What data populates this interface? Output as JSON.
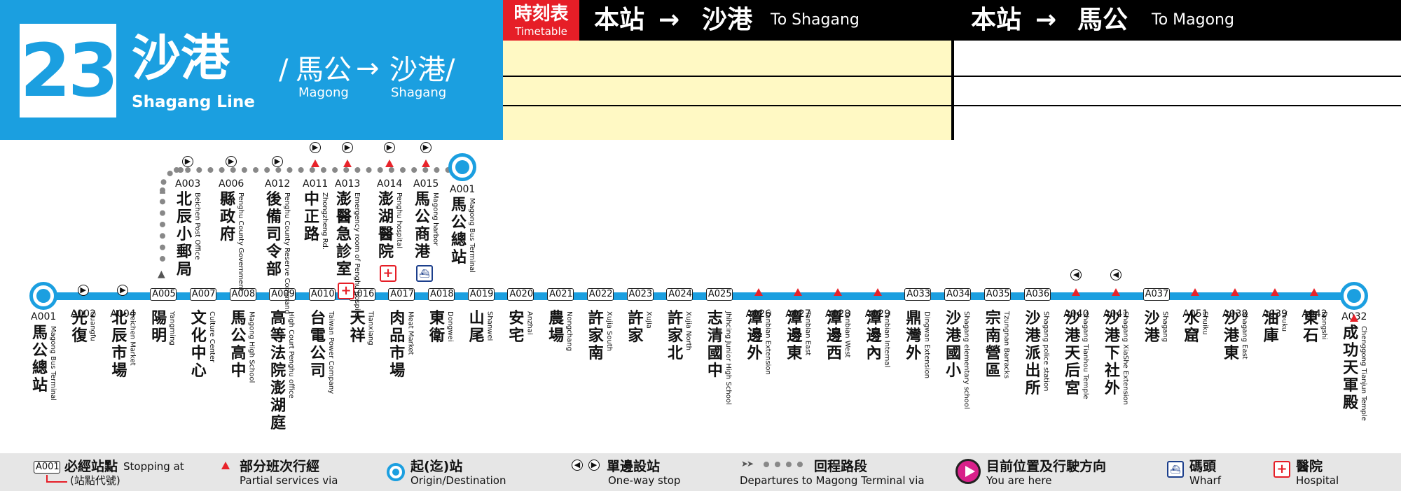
{
  "header": {
    "route_number": "23",
    "line_name_zh": "沙港",
    "line_name_en": "Shagang Line",
    "slash_left": "/",
    "slash_right": "/",
    "arrow": "→",
    "from_zh": "馬公",
    "from_en": "Magong",
    "to_zh": "沙港",
    "to_en": "Shagang",
    "colors": {
      "primary": "#1b9fe0",
      "timetable_bg": "#fff9c4",
      "timetable_label": "#e61e27"
    }
  },
  "timetable": {
    "label_zh": "時刻表",
    "label_en": "Timetable",
    "left": {
      "from": "本站",
      "arrow": "→",
      "to_zh": "沙港",
      "to_en": "To Shagang"
    },
    "right": {
      "from": "本站",
      "arrow": "→",
      "to_zh": "馬公",
      "to_en": "To Magong"
    }
  },
  "main_stops": [
    {
      "code": "A001",
      "zh": "馬公總站",
      "en": "Magong Bus Terminal",
      "marker": "terminal"
    },
    {
      "code": "A002",
      "zh": "光復",
      "en": "Guangfu",
      "marker": "oneway-right"
    },
    {
      "code": "A004",
      "zh": "北辰市場",
      "en": "Beichen Market",
      "marker": "oneway-right"
    },
    {
      "code": "A005",
      "zh": "陽明",
      "en": "Yangming",
      "marker": "boxed"
    },
    {
      "code": "A007",
      "zh": "文化中心",
      "en": "Culture Center",
      "marker": "boxed"
    },
    {
      "code": "A008",
      "zh": "馬公高中",
      "en": "Magong High School",
      "marker": "boxed"
    },
    {
      "code": "A009",
      "zh": "高等法院澎湖庭",
      "en": "High Court Penghu office",
      "marker": "boxed"
    },
    {
      "code": "A010",
      "zh": "台電公司",
      "en": "Taiwan Power Company",
      "marker": "boxed"
    },
    {
      "code": "A016",
      "zh": "天祥",
      "en": "Tianxiang",
      "marker": "boxed"
    },
    {
      "code": "A017",
      "zh": "肉品市場",
      "en": "Meat Market",
      "marker": "boxed"
    },
    {
      "code": "A018",
      "zh": "東衛",
      "en": "Dongwei",
      "marker": "boxed"
    },
    {
      "code": "A019",
      "zh": "山尾",
      "en": "Shanwei",
      "marker": "boxed"
    },
    {
      "code": "A020",
      "zh": "安宅",
      "en": "Anzhai",
      "marker": "boxed"
    },
    {
      "code": "A021",
      "zh": "農場",
      "en": "Nongchang",
      "marker": "boxed"
    },
    {
      "code": "A022",
      "zh": "許家南",
      "en": "Xujia South",
      "marker": "boxed"
    },
    {
      "code": "A023",
      "zh": "許家",
      "en": "Xujia",
      "marker": "boxed"
    },
    {
      "code": "A024",
      "zh": "許家北",
      "en": "Xujia North",
      "marker": "boxed"
    },
    {
      "code": "A025",
      "zh": "志清國中",
      "en": "Jhihcing Junior High School",
      "marker": "boxed"
    },
    {
      "code": "A026",
      "zh": "潭邊外",
      "en": "Tanbian Extension",
      "marker": "partial"
    },
    {
      "code": "A027",
      "zh": "潭邊東",
      "en": "Tanbian East",
      "marker": "partial"
    },
    {
      "code": "A028",
      "zh": "潭邊西",
      "en": "Tanbian West",
      "marker": "partial"
    },
    {
      "code": "A029",
      "zh": "潭邊內",
      "en": "Tanbian Internal",
      "marker": "partial"
    },
    {
      "code": "A033",
      "zh": "鼎灣外",
      "en": "Dingwan Extension",
      "marker": "boxed"
    },
    {
      "code": "A034",
      "zh": "沙港國小",
      "en": "Shagang elementary school",
      "marker": "boxed"
    },
    {
      "code": "A035",
      "zh": "宗南營區",
      "en": "Tzungnan Barracks",
      "marker": "boxed"
    },
    {
      "code": "A036",
      "zh": "沙港派出所",
      "en": "Shagang police station",
      "marker": "boxed"
    },
    {
      "code": "A040",
      "zh": "沙港天后宮",
      "en": "Shagang Tianhou Temple",
      "marker": "partial-oneway-left"
    },
    {
      "code": "A041",
      "zh": "沙港下社外",
      "en": "Shagang XiaShe Extension",
      "marker": "partial-oneway-left"
    },
    {
      "code": "A037",
      "zh": "沙港",
      "en": "Shagang",
      "marker": "boxed"
    },
    {
      "code": "A051",
      "zh": "水窟",
      "en": "Shuiku",
      "marker": "partial"
    },
    {
      "code": "A038",
      "zh": "沙港東",
      "en": "Shagang East",
      "marker": "partial"
    },
    {
      "code": "A039",
      "zh": "油庫",
      "en": "Youku",
      "marker": "partial"
    },
    {
      "code": "A042",
      "zh": "東石",
      "en": "Dongshi",
      "marker": "partial"
    },
    {
      "code": "A032",
      "zh": "成功天軍殿",
      "en": "Chenggong Tianjun Temple",
      "marker": "terminal-partial"
    }
  ],
  "return_stops": [
    {
      "code": "A003",
      "zh": "北辰小郵局",
      "en": "Beichen Post Office",
      "marker": "oneway-right",
      "badge": ""
    },
    {
      "code": "A006",
      "zh": "縣政府",
      "en": "Penghu County Government",
      "marker": "oneway-right",
      "badge": ""
    },
    {
      "code": "A012",
      "zh": "後備司令部",
      "en": "Penghu County Reserve Command",
      "marker": "oneway-right",
      "badge": ""
    },
    {
      "code": "A011",
      "zh": "中正路",
      "en": "Zhongzheng Rd.",
      "marker": "partial-oneway-right",
      "badge": ""
    },
    {
      "code": "A013",
      "zh": "澎醫急診室",
      "en": "Emergency room of Penghu hospital",
      "marker": "partial-oneway-right",
      "badge": "hospital"
    },
    {
      "code": "A014",
      "zh": "澎湖醫院",
      "en": "Penghu hospital",
      "marker": "partial-oneway-right",
      "badge": "hospital"
    },
    {
      "code": "A015",
      "zh": "馬公商港",
      "en": "Magong harbor",
      "marker": "partial-oneway-right",
      "badge": "wharf"
    },
    {
      "code": "A001",
      "zh": "馬公總站",
      "en": "Magong Bus Terminal",
      "marker": "terminal",
      "badge": ""
    }
  ],
  "legend": {
    "stopping_code": "A001",
    "stopping_zh": "必經站點",
    "stopping_en": "Stopping at",
    "stopping_note": "(站點代號)",
    "partial_zh": "部分班次行經",
    "partial_en": "Partial services via",
    "origin_zh": "起(迄)站",
    "origin_en": "Origin/Destination",
    "oneway_zh": "單邊設站",
    "oneway_en": "One-way stop",
    "return_zh": "回程路段",
    "return_en": "Departures to Magong Terminal via",
    "here_zh": "目前位置及行駛方向",
    "here_en": "You are here",
    "wharf_zh": "碼頭",
    "wharf_en": "Wharf",
    "hospital_zh": "醫院",
    "hospital_en": "Hospital"
  }
}
